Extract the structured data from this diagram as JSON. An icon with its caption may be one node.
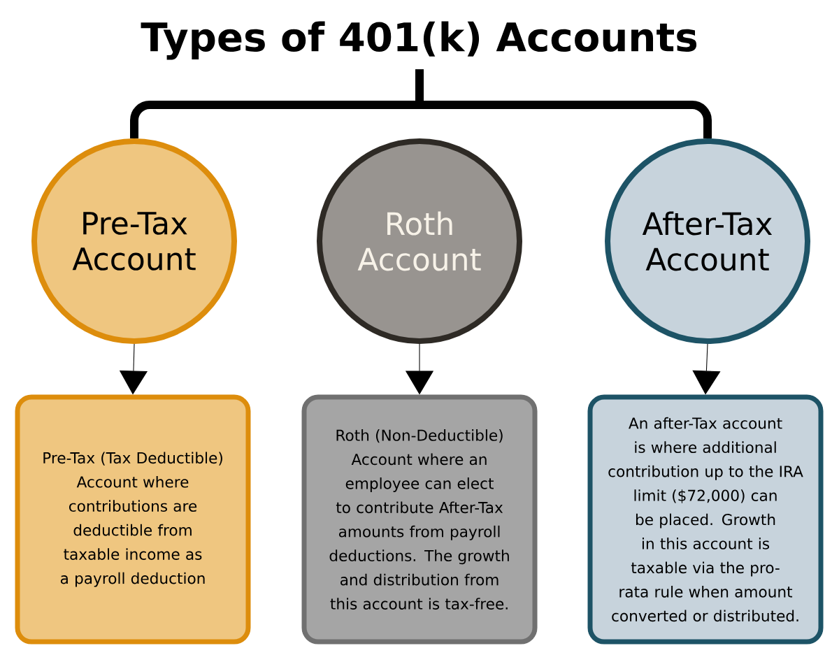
{
  "diagram": {
    "nodes": [
      {
        "text": [
          "Types of 401(k) Accounts"
        ]
      },
      {
        "text": [
          "Pre-Tax Account"
        ]
      },
      {
        "text": [
          "Roth Account"
        ]
      },
      {
        "text": [
          "After-Tax Account"
        ]
      },
      {
        "text": [
          "Pre-Tax (Tax Deductible) Account where contributions are deductible from taxable income as a payroll deduction"
        ]
      },
      {
        "text": [
          "Roth (Non-Deductible) Account where an employee can elect to contribute After-Tax amounts from payroll deductions. The growth and distribution from this account is tax-free."
        ]
      },
      {
        "text": [
          "An after-Tax account is where additional contribution up to the IRA limit ($72,000) can be placed. Growth in this account is taxable via the pro-rata rule when amount converted or distributed."
        ]
      }
    ],
    "edges": [
      {
        "from": 0,
        "to": 1,
        "arrow": "none",
        "style": "thick"
      },
      {
        "from": 0,
        "to": 3,
        "arrow": "none",
        "style": "thick"
      },
      {
        "from": 1,
        "to": 4,
        "arrow": "to"
      },
      {
        "from": 2,
        "to": 5,
        "arrow": "to"
      },
      {
        "from": 3,
        "to": 6,
        "arrow": "to"
      }
    ]
  }
}
